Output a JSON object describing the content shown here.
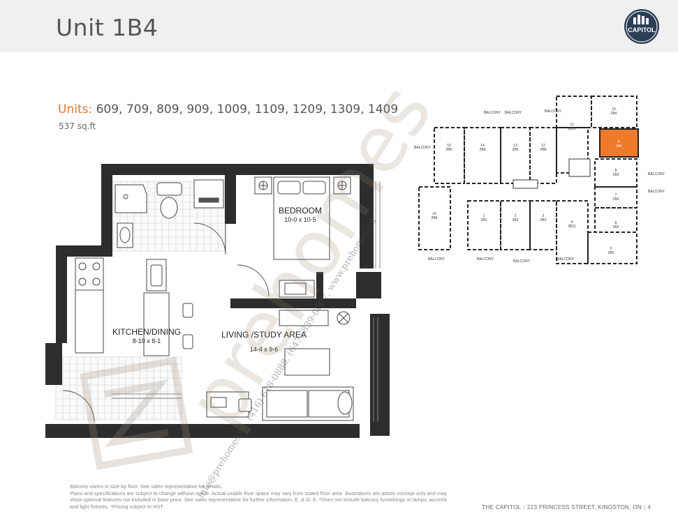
{
  "header": {
    "title": "Unit 1B4",
    "logo_text": "CAPITOL"
  },
  "units": {
    "label": "Units:",
    "list": "609, 709, 809, 909, 1009, 1109, 1209, 1309, 1409",
    "area": "537 sq.ft"
  },
  "floorplan": {
    "rooms": [
      {
        "name": "BEDROOM",
        "dims": "10-0 x 10-5"
      },
      {
        "name": "KITCHEN/DINING",
        "dims": "8-10 x 8-1"
      },
      {
        "name": "LIVING /STUDY AREA",
        "dims": "14-4 x 9-6"
      }
    ]
  },
  "keyplan": {
    "balcony_label": "BALCONY",
    "highlight_color": "#f07a2a",
    "units": [
      {
        "num": "15",
        "type": "3B5"
      },
      {
        "num": "14",
        "type": "2B9"
      },
      {
        "num": "13",
        "type": "2B5"
      },
      {
        "num": "12",
        "type": "2B8"
      },
      {
        "num": "11",
        "type": "2B10"
      },
      {
        "num": "10",
        "type": "2B4"
      },
      {
        "num": "9",
        "type": "1B4"
      },
      {
        "num": "8",
        "type": "1B3"
      },
      {
        "num": "7",
        "type": "1B3"
      },
      {
        "num": "6",
        "type": "1B2"
      },
      {
        "num": "5",
        "type": "2B3"
      },
      {
        "num": "4",
        "type": "2B11"
      },
      {
        "num": "3",
        "type": "2B2"
      },
      {
        "num": "2",
        "type": "2B2"
      },
      {
        "num": "1",
        "type": "2B1"
      },
      {
        "num": "16",
        "type": "2B6"
      }
    ]
  },
  "watermark": {
    "brand": "prehomes",
    "contact": "info@prehomes.ca, (416) 618-0888, (647) 839-0007, www.prehomes.ca"
  },
  "disclaimer": {
    "line1": "Balcony varies in size by floor. See sales representative for details.",
    "line2": "Plans and specifications are subject to change without notice. Actual usable floor space may vary from stated floor area. Illustrations are artists concept only and may show optional features not included in base price. See sales representative for further information. E. & O. E. *Does not include balcony furnishings or lamps, accents and light fixtures. *Pricing subject to HST."
  },
  "footer": {
    "project": "THE CAPITOL",
    "address": "223 PRINCESS STREET, KINGSTON, ON",
    "page": "4"
  }
}
